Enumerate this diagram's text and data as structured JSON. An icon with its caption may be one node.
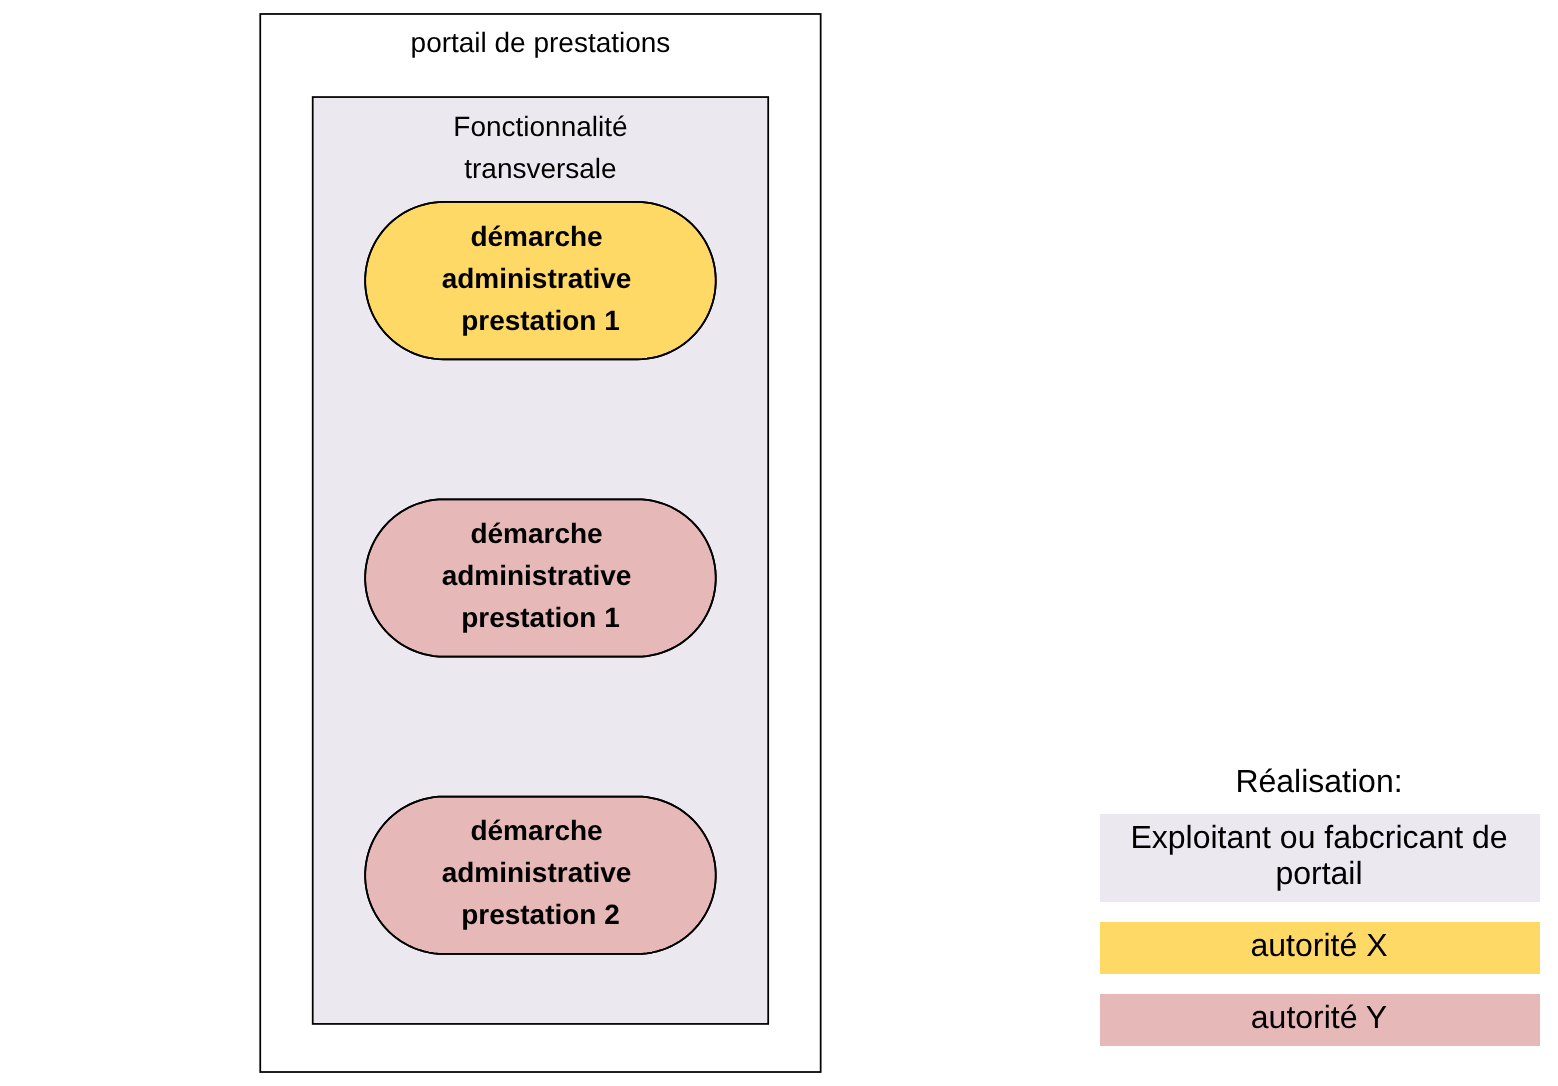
{
  "diagram": {
    "nodes": [
      {
        "text": [
          "portail de prestations"
        ]
      },
      {
        "text": [
          "Fonctionnalité",
          "transversale"
        ],
        "in": 0
      },
      {
        "text": [
          "démarche administrative prestation 1"
        ],
        "in": 1
      },
      {
        "text": [
          "démarche administrative prestation 1"
        ],
        "in": 1
      },
      {
        "text": [
          "démarche administrative prestation 2"
        ],
        "in": 1
      }
    ],
    "edges": [],
    "labels": [
      "Réalisation:"
    ],
    "legend": [
      {
        "text": "Exploitant ou fabcricant de portail",
        "color": "#ebe8f0"
      },
      {
        "text": "autorité X",
        "color": "#ffd966"
      },
      {
        "text": "autorité Y",
        "color": "#e6b8b7"
      }
    ]
  }
}
